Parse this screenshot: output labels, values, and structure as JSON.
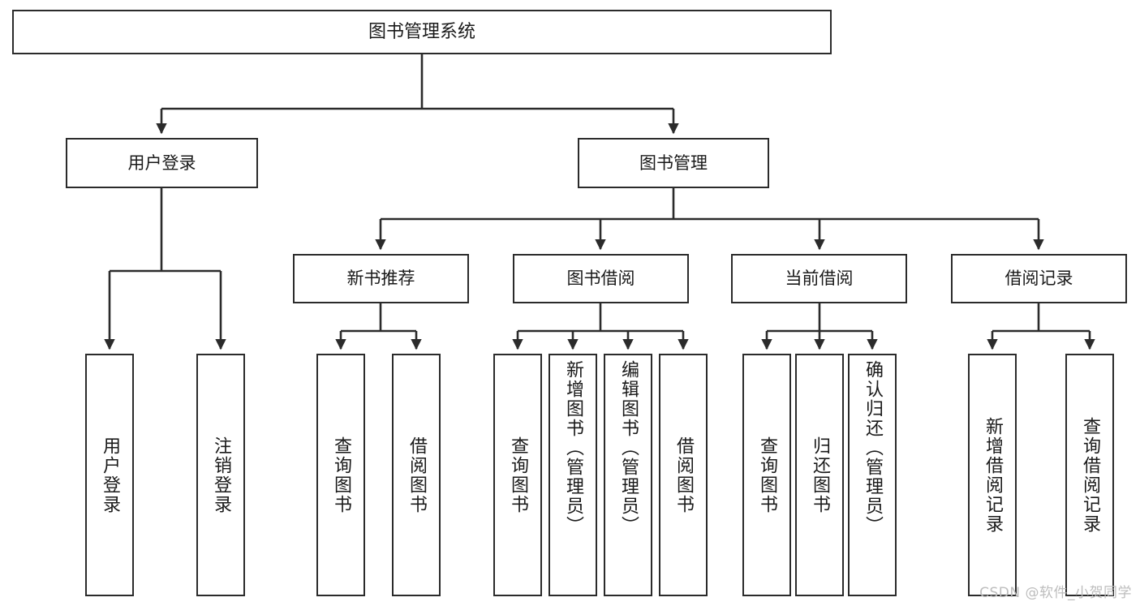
{
  "diagram": {
    "type": "tree-hierarchy",
    "title": "图书管理系统",
    "watermark": "CSDN @软件_小贺同学",
    "colors": {
      "box_border": "#2b2b2b",
      "box_fill": "#ffffff",
      "edge": "#2b2b2b",
      "text": "#1a1a1a",
      "watermark": "#bdbdbd"
    },
    "nodes": {
      "root": {
        "label": "图书管理系统"
      },
      "level2": [
        {
          "label": "用户登录"
        },
        {
          "label": "图书管理"
        }
      ],
      "level3": [
        {
          "label": "新书推荐"
        },
        {
          "label": "图书借阅"
        },
        {
          "label": "当前借阅"
        },
        {
          "label": "借阅记录"
        }
      ],
      "leaves": {
        "user_login": [
          {
            "label": "用户登录"
          },
          {
            "label": "注销登录"
          }
        ],
        "new_book_rec": [
          {
            "label": "查询图书"
          },
          {
            "label": "借阅图书"
          }
        ],
        "book_borrow": [
          {
            "label": "查询图书"
          },
          {
            "label": "新增图书（管理员）"
          },
          {
            "label": "编辑图书（管理员）"
          },
          {
            "label": "借阅图书"
          }
        ],
        "current_borrow": [
          {
            "label": "查询图书"
          },
          {
            "label": "归还图书"
          },
          {
            "label": "确认归还（管理员）"
          }
        ],
        "borrow_record": [
          {
            "label": "新增借阅记录"
          },
          {
            "label": "查询借阅记录"
          }
        ]
      }
    }
  }
}
